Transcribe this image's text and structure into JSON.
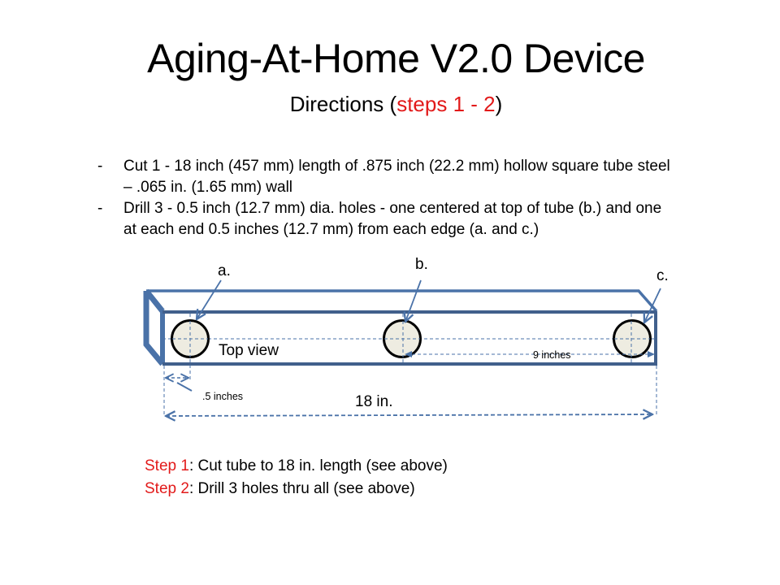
{
  "slide": {
    "title": "Aging-At-Home V2.0 Device",
    "subtitle_prefix": "Directions (",
    "subtitle_highlight": "steps 1 - 2",
    "subtitle_suffix": ")",
    "colors": {
      "highlight_red": "#e21a1a",
      "tube_blue": "#4a72a8",
      "hole_fill": "#eeece1",
      "hole_stroke": "#000000"
    }
  },
  "bullets": [
    {
      "marker": "-",
      "line1": "Cut 1 - 18 inch (457 mm) length of .875 inch (22.2 mm) hollow square tube steel",
      "line2": "– .065 in.  (1.65 mm) wall"
    },
    {
      "marker": "-",
      "line1": "Drill  3 - 0.5 inch (12.7 mm) dia. holes - one centered at top of tube (b.) and one",
      "line2": "at each end 0.5 inches (12.7 mm) from each edge (a. and c.)"
    }
  ],
  "diagram": {
    "hole_labels": [
      "a.",
      "b.",
      "c."
    ],
    "view_label": "Top view",
    "dim_center_to_end": "9 inches",
    "dim_edge_offset": ".5 inches",
    "dim_total_length": "18 in."
  },
  "steps": [
    {
      "label": "Step 1",
      "text": ":  Cut tube to 18 in. length (see above)"
    },
    {
      "label": "Step 2",
      "text": ":  Drill 3 holes thru all (see above)"
    }
  ]
}
